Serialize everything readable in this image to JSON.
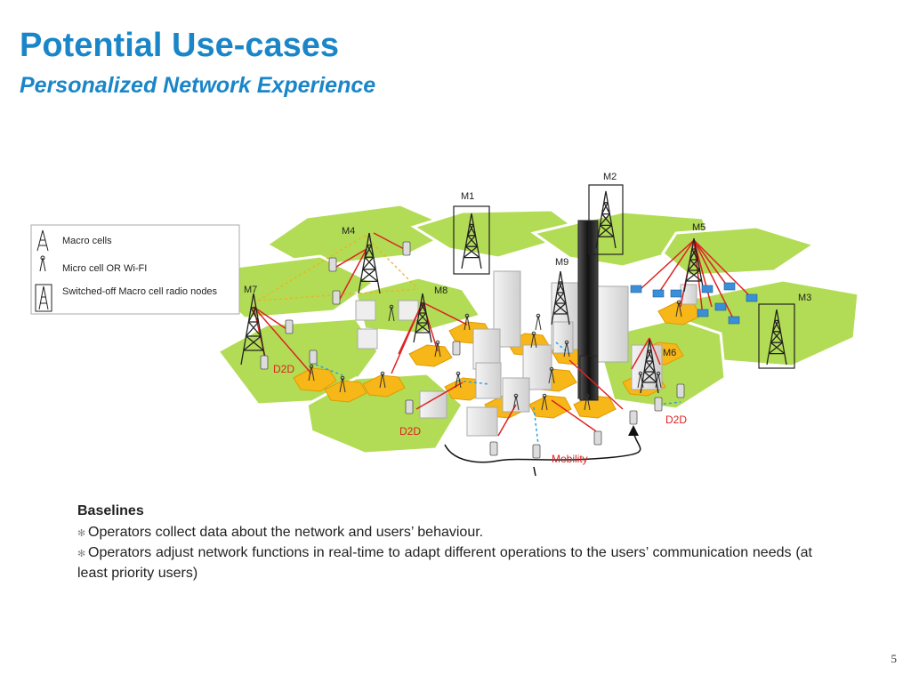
{
  "slide": {
    "title": "Potential Use-cases",
    "subtitle": "Personalized Network Experience",
    "page_number": "5"
  },
  "legend": {
    "items": [
      {
        "label": "Macro cells",
        "icon": "macro-tower-icon"
      },
      {
        "label": "Micro cell OR Wi-FI",
        "icon": "micro-cell-icon"
      },
      {
        "label": "Switched-off  Macro cell radio nodes",
        "icon": "switched-off-tower-icon"
      }
    ]
  },
  "diagram": {
    "node_labels": [
      "M1",
      "M2",
      "M3",
      "M4",
      "M5",
      "M6",
      "M7",
      "M8",
      "M9"
    ],
    "annotations": [
      "D2D",
      "D2D",
      "D2D",
      "Mobility"
    ],
    "colors": {
      "hex_fill": "#b2dc55",
      "small_cell": "#f7b718",
      "link_red": "#dd2222",
      "link_orange": "#f0b020",
      "link_d2d": "#27a3dc"
    }
  },
  "baselines": {
    "heading": "Baselines",
    "items": [
      "Operators collect data about the network and users’ behaviour.",
      "Operators adjust network functions in real-time to adapt different operations to the users’ communication needs (at least priority users)"
    ]
  }
}
